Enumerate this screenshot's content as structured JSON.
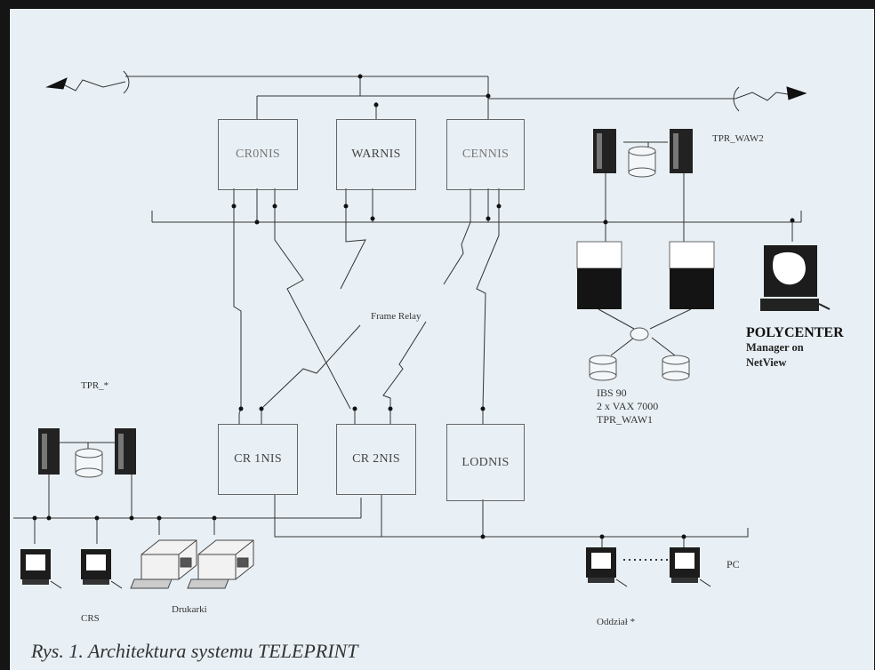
{
  "caption": "Rys. 1. Architektura systemu TELEPRINT",
  "nodes": {
    "cr0nis": "CR0NIS",
    "warnis": "WARNIS",
    "cennis": "CENNIS",
    "cr1nis": "CR 1NIS",
    "cr2nis": "CR 2NIS",
    "lodnis": "LODNIS"
  },
  "labels": {
    "frame_relay": "Frame Relay",
    "tpr_waw2": "TPR_WAW2",
    "tpr_star": "TPR_*",
    "ibs90": "IBS 90",
    "vax": "2 x VAX 7000",
    "tpr_waw1": "TPR_WAW1",
    "polycenter": "POLYCENTER",
    "manager_on": "Manager on",
    "netview": "NetView",
    "pc": "PC",
    "crs": "CRS",
    "drukarki": "Drukarki",
    "oddzial": "Oddział *"
  }
}
